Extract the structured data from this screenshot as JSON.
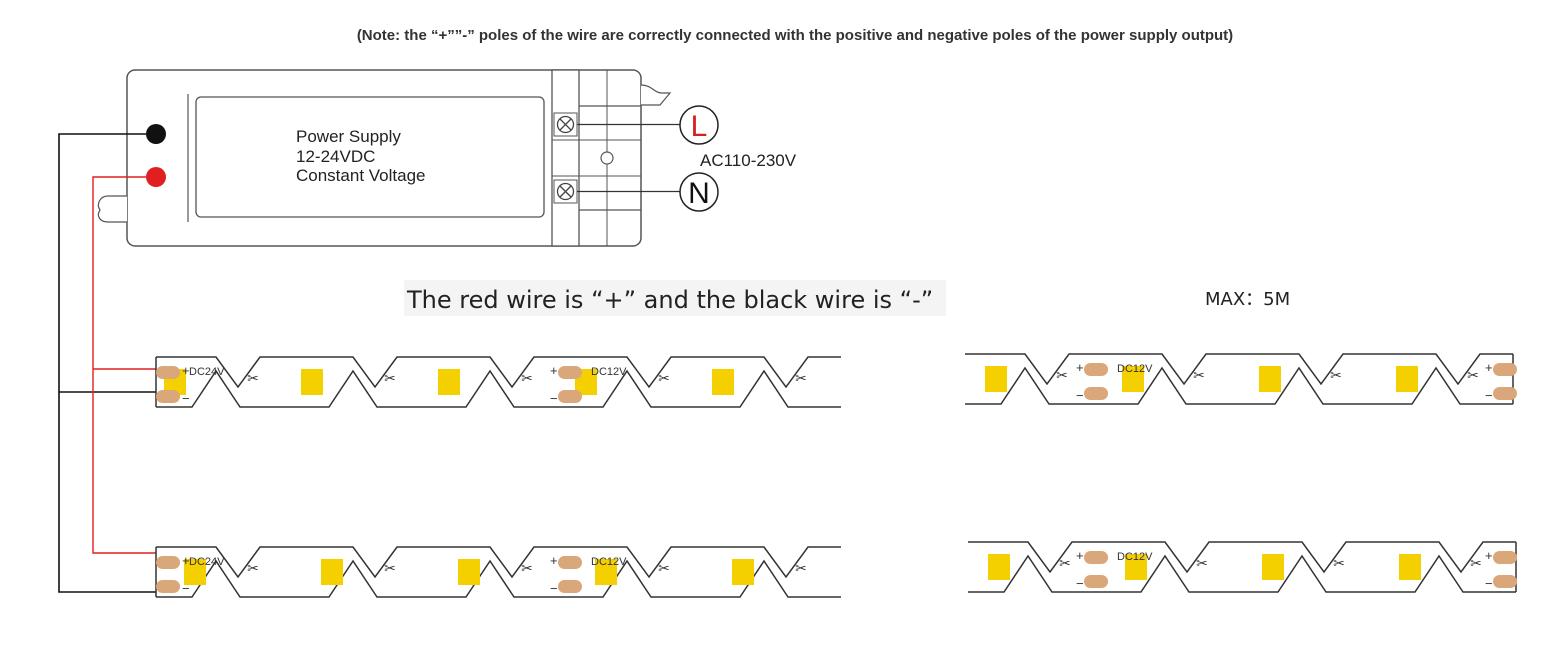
{
  "note": "(Note: the “+””-” poles of the wire are correctly connected with the positive and negative poles of the power supply output)",
  "power_supply": {
    "line1": "Power Supply",
    "line2": "12-24VDC",
    "line3": "Constant Voltage"
  },
  "ac": {
    "l_label": "L",
    "n_label": "N",
    "voltage": "AC110-230V"
  },
  "wire_note": "The red wire is “+” and the black wire is “-”",
  "max_label": "MAX：5M",
  "strip": {
    "dc24": "DC24V",
    "dc12": "DC12V",
    "plus": "+",
    "minus": "−",
    "scissor": "✂"
  },
  "colors": {
    "red_wire": "#e02020",
    "black_wire": "#111111",
    "led": "#f5d000",
    "pad": "#d9a77a",
    "l_letter": "#d42020",
    "n_letter": "#111111"
  }
}
